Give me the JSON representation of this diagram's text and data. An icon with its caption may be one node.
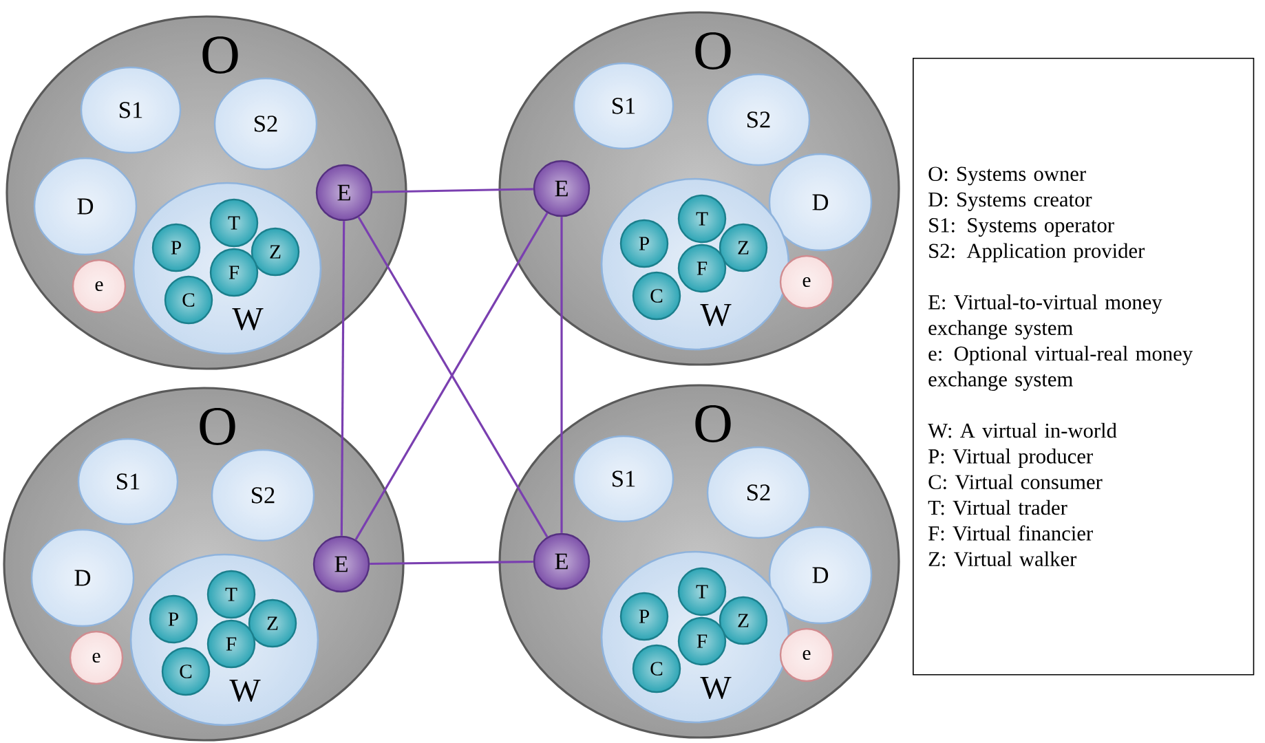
{
  "diagram": {
    "nodes": [
      {
        "text": [
          "O"
        ]
      },
      {
        "text": [
          "S1"
        ],
        "in": 0
      },
      {
        "text": [
          "S2"
        ],
        "in": 0
      },
      {
        "text": [
          "D"
        ],
        "in": 0
      },
      {
        "text": [
          "E"
        ],
        "in": 0
      },
      {
        "text": [
          "W"
        ],
        "in": 0
      },
      {
        "text": [
          "T"
        ],
        "in": 5
      },
      {
        "text": [
          "P"
        ],
        "in": 5
      },
      {
        "text": [
          "Z"
        ],
        "in": 5
      },
      {
        "text": [
          "F"
        ],
        "in": 5
      },
      {
        "text": [
          "C"
        ],
        "in": 5
      },
      {
        "text": [
          "e"
        ],
        "in": 0
      },
      {
        "text": [
          "O"
        ]
      },
      {
        "text": [
          "S1"
        ],
        "in": 12
      },
      {
        "text": [
          "S2"
        ],
        "in": 12
      },
      {
        "text": [
          "D"
        ],
        "in": 12
      },
      {
        "text": [
          "E"
        ],
        "in": 12
      },
      {
        "text": [
          "W"
        ],
        "in": 12
      },
      {
        "text": [
          "T"
        ],
        "in": 17
      },
      {
        "text": [
          "P"
        ],
        "in": 17
      },
      {
        "text": [
          "Z"
        ],
        "in": 17
      },
      {
        "text": [
          "F"
        ],
        "in": 17
      },
      {
        "text": [
          "C"
        ],
        "in": 17
      },
      {
        "text": [
          "e"
        ],
        "in": 12
      },
      {
        "text": [
          "O"
        ]
      },
      {
        "text": [
          "S1"
        ],
        "in": 24
      },
      {
        "text": [
          "S2"
        ],
        "in": 24
      },
      {
        "text": [
          "D"
        ],
        "in": 24
      },
      {
        "text": [
          "E"
        ],
        "in": 24
      },
      {
        "text": [
          "W"
        ],
        "in": 24
      },
      {
        "text": [
          "T"
        ],
        "in": 29
      },
      {
        "text": [
          "P"
        ],
        "in": 29
      },
      {
        "text": [
          "Z"
        ],
        "in": 29
      },
      {
        "text": [
          "F"
        ],
        "in": 29
      },
      {
        "text": [
          "C"
        ],
        "in": 29
      },
      {
        "text": [
          "e"
        ],
        "in": 24
      },
      {
        "text": [
          "O"
        ]
      },
      {
        "text": [
          "S1"
        ],
        "in": 36
      },
      {
        "text": [
          "S2"
        ],
        "in": 36
      },
      {
        "text": [
          "D"
        ],
        "in": 36
      },
      {
        "text": [
          "E"
        ],
        "in": 36
      },
      {
        "text": [
          "W"
        ],
        "in": 36
      },
      {
        "text": [
          "T"
        ],
        "in": 41
      },
      {
        "text": [
          "P"
        ],
        "in": 41
      },
      {
        "text": [
          "Z"
        ],
        "in": 41
      },
      {
        "text": [
          "F"
        ],
        "in": 41
      },
      {
        "text": [
          "C"
        ],
        "in": 41
      },
      {
        "text": [
          "e"
        ],
        "in": 36
      },
      {
        "text": [
          "O: Systems owner",
          "D: Systems creator",
          "S1: Systems operator",
          "S2: Application provider",
          "E: Virtual-to-virtual money exchange system",
          "e: Optional virtual-real money exchange system",
          "W: A virtual in-world",
          "P: Virtual producer",
          "C: Virtual consumer",
          "T: Virtual trader",
          "F: Virtual financier",
          "Z: Virtual walker"
        ]
      }
    ],
    "edges": [
      {
        "from": 4,
        "to": 16,
        "arrow": "none"
      },
      {
        "from": 4,
        "to": 28,
        "arrow": "none"
      },
      {
        "from": 4,
        "to": 40,
        "arrow": "none"
      },
      {
        "from": 16,
        "to": 28,
        "arrow": "none"
      },
      {
        "from": 16,
        "to": 40,
        "arrow": "none"
      },
      {
        "from": 28,
        "to": 40,
        "arrow": "none"
      }
    ]
  }
}
